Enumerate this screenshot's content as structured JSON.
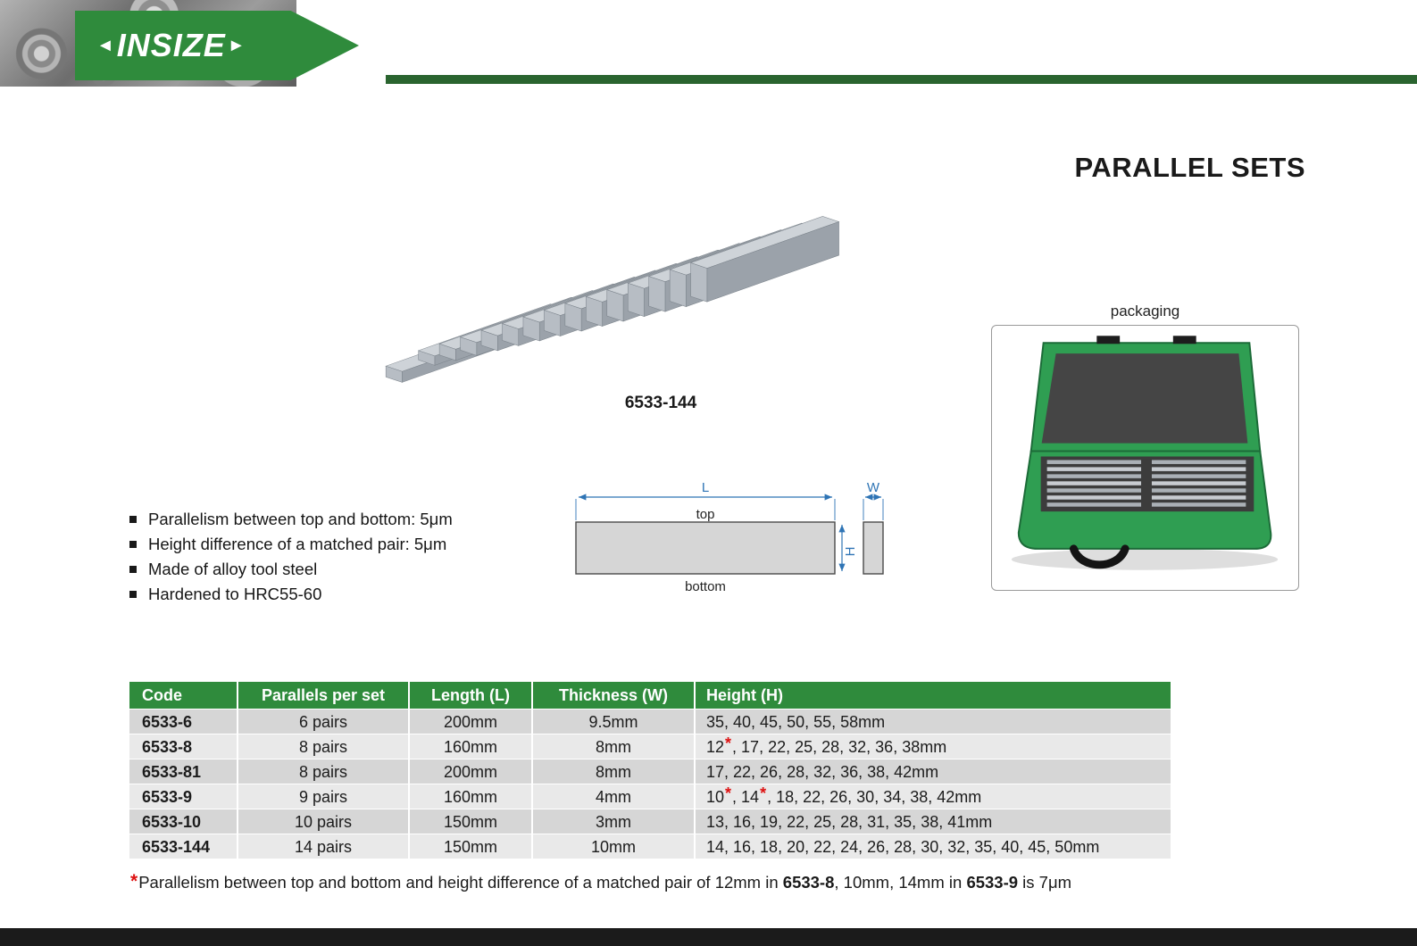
{
  "header": {
    "logo": "INSIZE",
    "logo_arrow_left": "◄",
    "logo_arrow_right": "►"
  },
  "page_title": "PARALLEL SETS",
  "product": {
    "caption": "6533-144",
    "packaging_label": "packaging"
  },
  "features": [
    "Parallelism between top and bottom: 5μm",
    "Height difference of a matched pair: 5μm",
    "Made of alloy tool steel",
    "Hardened to HRC55-60"
  ],
  "diagram": {
    "L": "L",
    "W": "W",
    "H": "H",
    "top": "top",
    "bottom": "bottom"
  },
  "colors": {
    "brand_green": "#2f8b3c",
    "dark_green": "#2a642f",
    "blue": "#2e74b5",
    "red": "#dd1111"
  },
  "table": {
    "headers": [
      "Code",
      "Parallels per set",
      "Length (L)",
      "Thickness (W)",
      "Height (H)"
    ],
    "rows": [
      {
        "code": "6533-6",
        "pairs": "6 pairs",
        "length": "200mm",
        "thickness": "9.5mm",
        "height": [
          {
            "t": "35, 40, 45, 50, 55, 58mm"
          }
        ]
      },
      {
        "code": "6533-8",
        "pairs": "8 pairs",
        "length": "160mm",
        "thickness": "8mm",
        "height": [
          {
            "t": "12"
          },
          {
            "star": "*"
          },
          {
            "t": ", 17, 22, 25, 28, 32, 36, 38mm"
          }
        ]
      },
      {
        "code": "6533-81",
        "pairs": "8 pairs",
        "length": "200mm",
        "thickness": "8mm",
        "height": [
          {
            "t": "17, 22, 26, 28, 32, 36, 38, 42mm"
          }
        ]
      },
      {
        "code": "6533-9",
        "pairs": "9 pairs",
        "length": "160mm",
        "thickness": "4mm",
        "height": [
          {
            "t": "10"
          },
          {
            "star": "*"
          },
          {
            "t": ", 14"
          },
          {
            "star": "*"
          },
          {
            "t": ", 18, 22, 26, 30, 34, 38, 42mm"
          }
        ]
      },
      {
        "code": "6533-10",
        "pairs": "10 pairs",
        "length": "150mm",
        "thickness": "3mm",
        "height": [
          {
            "t": "13, 16, 19, 22, 25, 28, 31, 35, 38, 41mm"
          }
        ]
      },
      {
        "code": "6533-144",
        "pairs": "14 pairs",
        "length": "150mm",
        "thickness": "10mm",
        "height": [
          {
            "t": "14, 16, 18, 20, 22, 24, 26, 28, 30, 32, 35, 40, 45, 50mm"
          }
        ]
      }
    ]
  },
  "footnote": [
    {
      "star": "*"
    },
    {
      "t": "Parallelism between top and bottom and height difference of a matched pair of 12mm in "
    },
    {
      "b": "6533-8"
    },
    {
      "t": ", 10mm, 14mm in "
    },
    {
      "b": "6533-9"
    },
    {
      "t": " is 7μm"
    }
  ]
}
